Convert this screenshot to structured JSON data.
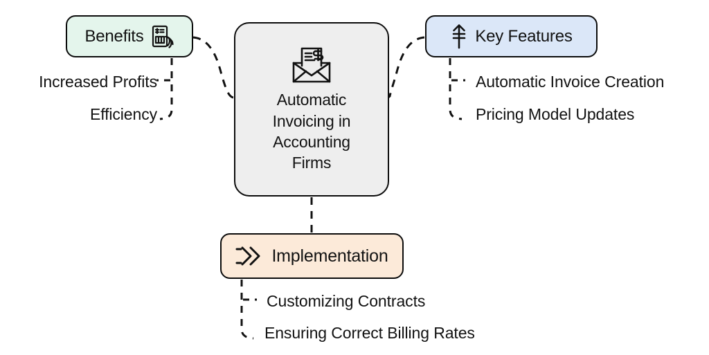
{
  "diagram": {
    "type": "mind-map",
    "background": "#ffffff",
    "edge_style": "dashed",
    "edge_color": "#111111",
    "central": {
      "label": "Automatic Invoicing in Accounting Firms",
      "lines": [
        "Automatic",
        "Invoicing in",
        "Accounting",
        "Firms"
      ],
      "icon": "invoice-envelope-icon",
      "fill": "#eeeeee",
      "border": "#0b0b0b"
    },
    "branches": [
      {
        "id": "benefits",
        "label": "Benefits",
        "icon": "calculator-hand-icon",
        "icon_side": "right",
        "fill": "#e4f5ec",
        "border": "#0b0b0b",
        "leaves": [
          "Increased Profits",
          "Efficiency"
        ]
      },
      {
        "id": "key-features",
        "label": "Key Features",
        "icon": "double-bar-up-arrow-icon",
        "icon_side": "left",
        "fill": "#dbe7f8",
        "border": "#0b0b0b",
        "leaves": [
          "Automatic Invoice Creation",
          "Pricing Model Updates"
        ]
      },
      {
        "id": "implementation",
        "label": "Implementation",
        "icon": "fast-forward-chevrons-icon",
        "icon_side": "left",
        "fill": "#fcead9",
        "border": "#0b0b0b",
        "leaves": [
          "Customizing Contracts",
          "Ensuring Correct Billing Rates"
        ]
      }
    ]
  }
}
